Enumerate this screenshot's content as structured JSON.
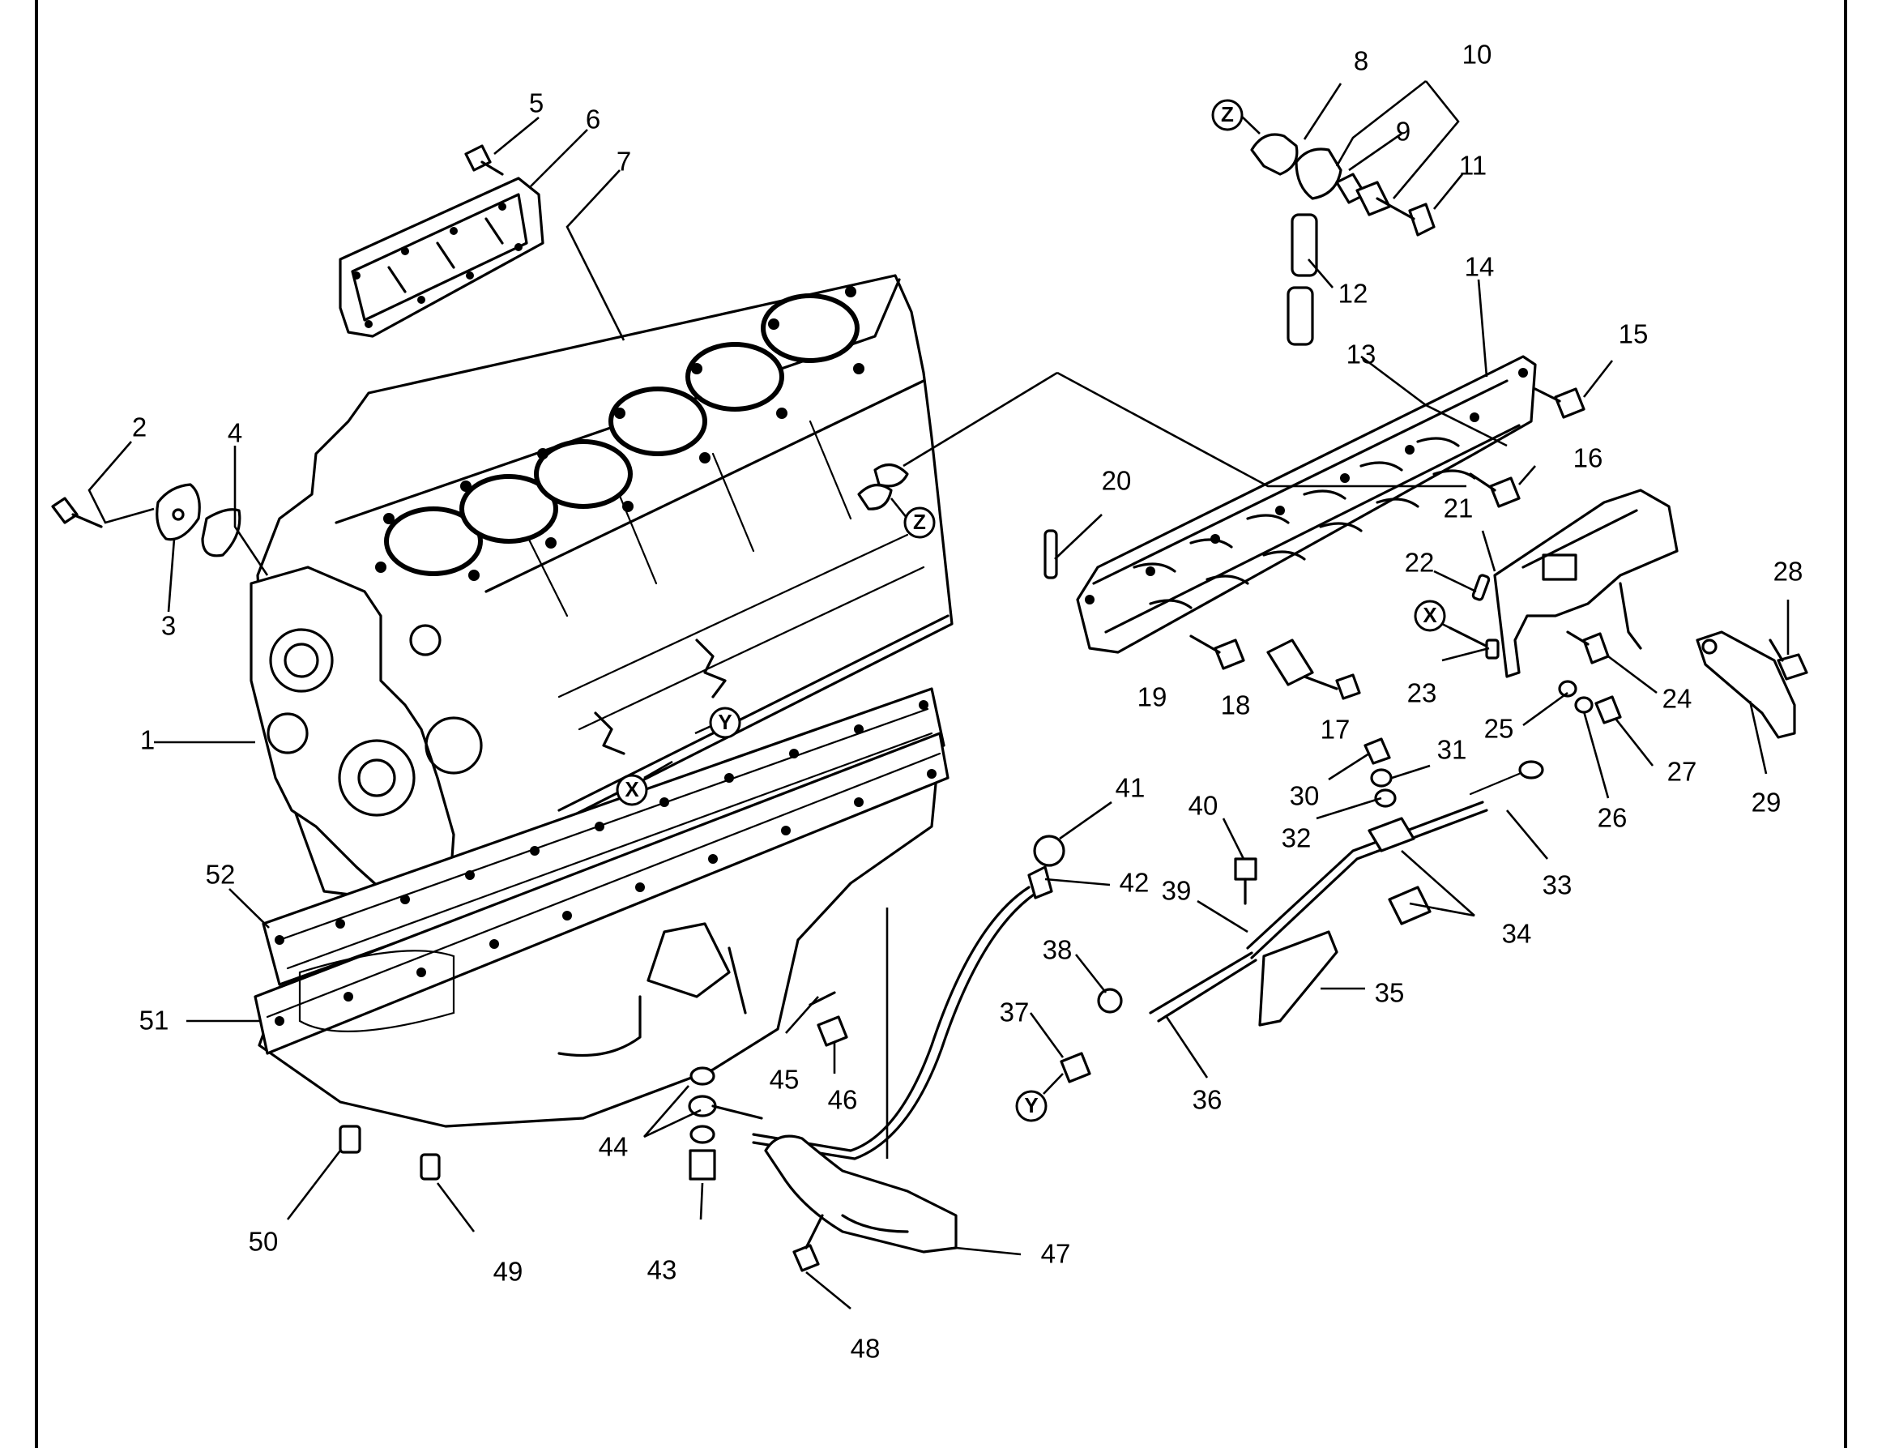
{
  "diagram": {
    "callouts": [
      {
        "n": "1"
      },
      {
        "n": "2"
      },
      {
        "n": "3"
      },
      {
        "n": "4"
      },
      {
        "n": "5"
      },
      {
        "n": "6"
      },
      {
        "n": "7"
      },
      {
        "n": "8"
      },
      {
        "n": "9"
      },
      {
        "n": "10"
      },
      {
        "n": "11"
      },
      {
        "n": "12"
      },
      {
        "n": "13"
      },
      {
        "n": "14"
      },
      {
        "n": "15"
      },
      {
        "n": "16"
      },
      {
        "n": "17"
      },
      {
        "n": "18"
      },
      {
        "n": "19"
      },
      {
        "n": "20"
      },
      {
        "n": "21"
      },
      {
        "n": "22"
      },
      {
        "n": "23"
      },
      {
        "n": "24"
      },
      {
        "n": "25"
      },
      {
        "n": "26"
      },
      {
        "n": "27"
      },
      {
        "n": "28"
      },
      {
        "n": "29"
      },
      {
        "n": "30"
      },
      {
        "n": "31"
      },
      {
        "n": "32"
      },
      {
        "n": "33"
      },
      {
        "n": "34"
      },
      {
        "n": "35"
      },
      {
        "n": "36"
      },
      {
        "n": "37"
      },
      {
        "n": "38"
      },
      {
        "n": "39"
      },
      {
        "n": "40"
      },
      {
        "n": "41"
      },
      {
        "n": "42"
      },
      {
        "n": "43"
      },
      {
        "n": "44"
      },
      {
        "n": "45"
      },
      {
        "n": "46"
      },
      {
        "n": "47"
      },
      {
        "n": "48"
      },
      {
        "n": "49"
      },
      {
        "n": "50"
      },
      {
        "n": "51"
      },
      {
        "n": "52"
      }
    ],
    "reference_markers": [
      "Z",
      "Z",
      "X",
      "X",
      "Y",
      "Y"
    ]
  }
}
